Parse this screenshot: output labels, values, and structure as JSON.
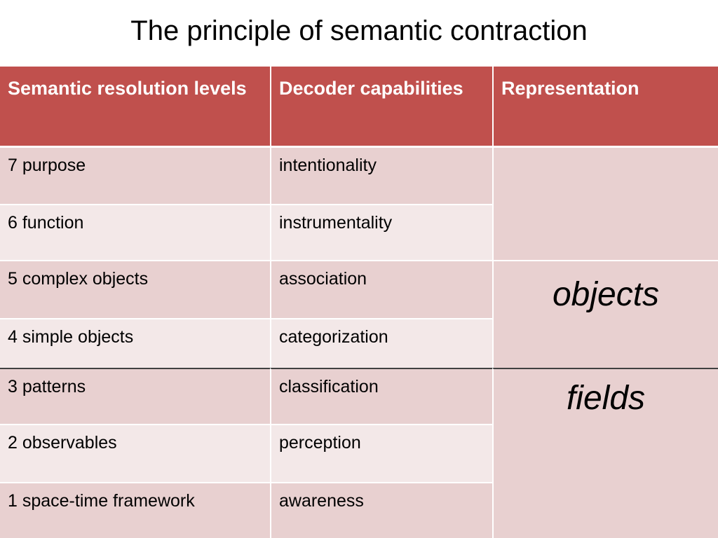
{
  "title": "The principle of semantic contraction",
  "table": {
    "headers": [
      "Semantic  resolution levels",
      "Decoder capabilities",
      "Representation"
    ],
    "rows": [
      {
        "level": "7  purpose",
        "capability": "intentionality"
      },
      {
        "level": "6  function",
        "capability": "instrumentality"
      },
      {
        "level": "5  complex objects",
        "capability": "association"
      },
      {
        "level": "4  simple objects",
        "capability": "categorization"
      },
      {
        "level": "3  patterns",
        "capability": "classification"
      },
      {
        "level": "2  observables",
        "capability": "perception"
      },
      {
        "level": "1  space-time framework",
        "capability": "awareness"
      }
    ],
    "representation": {
      "objects": "objects",
      "fields": "fields"
    }
  },
  "colors": {
    "header": "#c0504d",
    "row_dark": "#e8d0d0",
    "row_light": "#f3e8e8"
  }
}
